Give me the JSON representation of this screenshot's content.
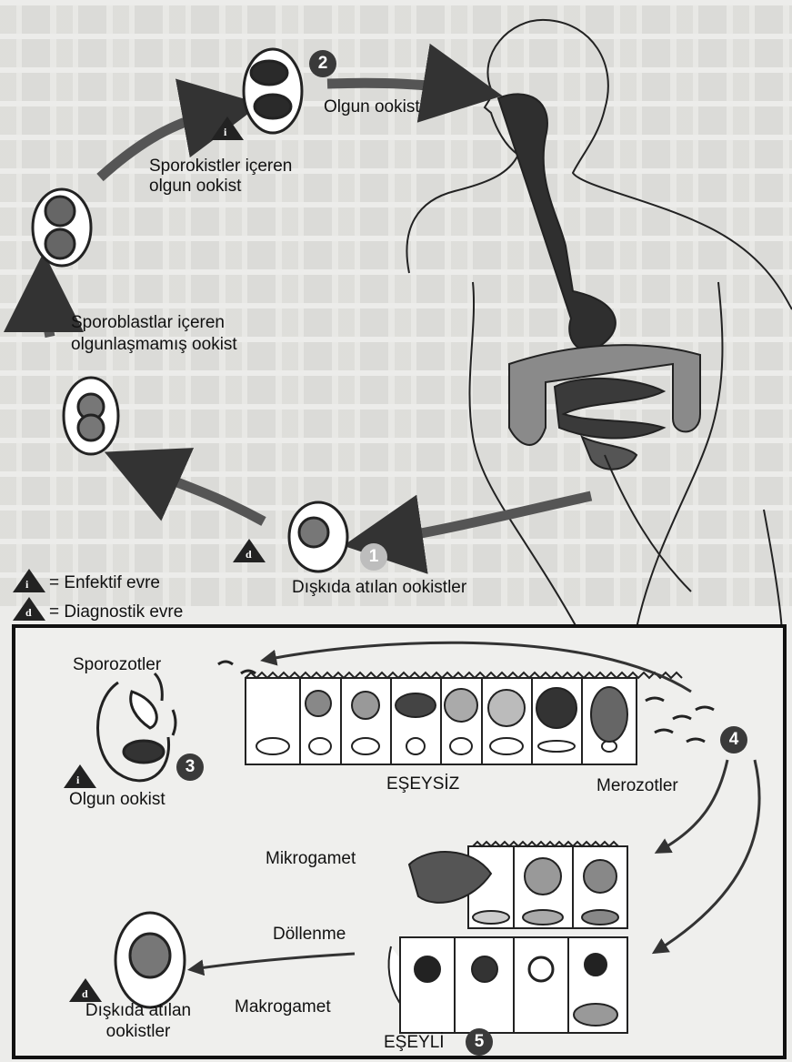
{
  "top": {
    "stage2_number": "2",
    "olgun_ookist": "Olgun ookist",
    "sporokistler_line1": "Sporokistler içeren",
    "sporokistler_line2": "olgun ookist",
    "sporoblastlar_line1": "Sporoblastlar içeren",
    "sporoblastlar_line2": "olgunlaşmamış ookist",
    "stage1_number": "1",
    "diskida_atilan": "Dışkıda atılan ookistler"
  },
  "legend": {
    "infective_symbol": "i",
    "infective_label": "= Enfektif evre",
    "diagnostic_symbol": "d",
    "diagnostic_label": "= Diagnostik evre"
  },
  "inset": {
    "sporozotler": "Sporozotler",
    "stage3_number": "3",
    "olgun_ookist": "Olgun ookist",
    "eseysiz": "EŞEYSİZ",
    "merozotler": "Merozotler",
    "stage4_number": "4",
    "mikrogamet": "Mikrogamet",
    "dollenme": "Döllenme",
    "diskida_line1": "Dışkıda atılan",
    "diskida_line2": "ookistler",
    "makrogamet": "Makrogamet",
    "eseyli": "EŞEYLİ",
    "stage5_number": "5"
  }
}
